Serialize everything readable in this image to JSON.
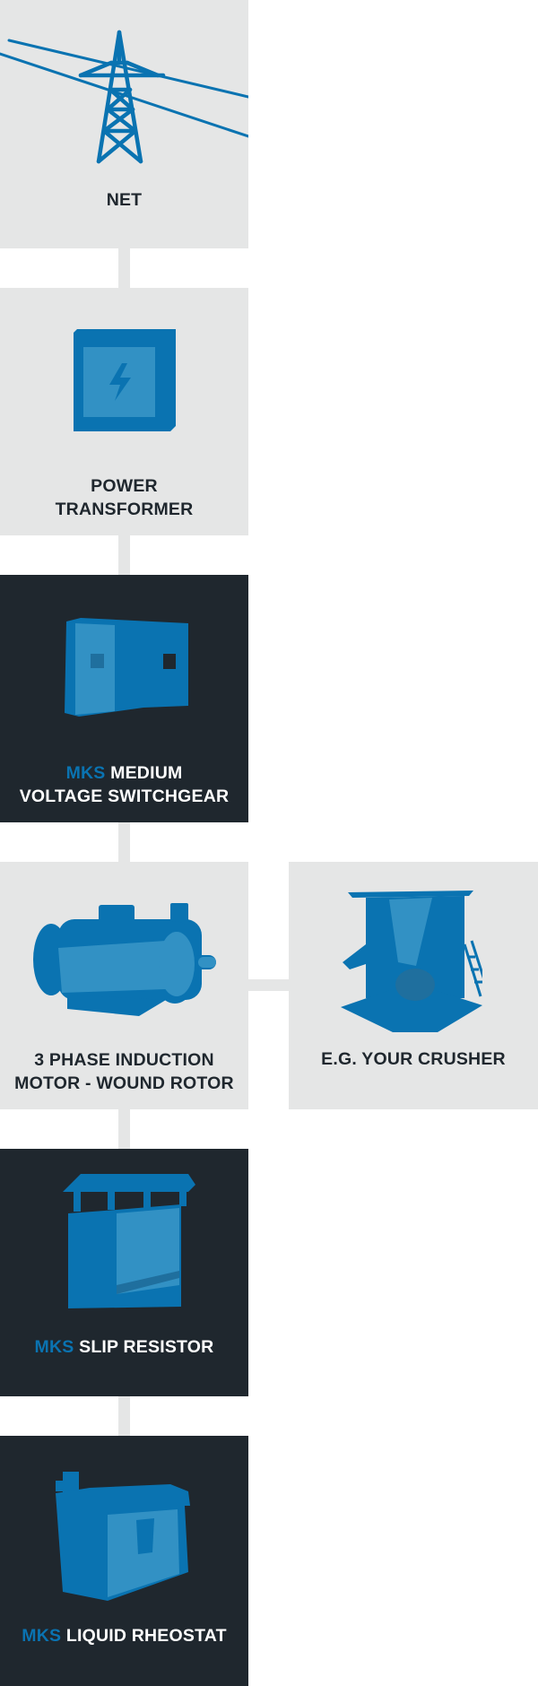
{
  "colors": {
    "accent": "#0a73b1",
    "light_box": "#e5e6e6",
    "dark_box": "#1f272e",
    "dark_text": "#1f272e",
    "light_text": "#ffffff"
  },
  "nodes": {
    "net": {
      "label": "NET",
      "icon": "power-pylon-icon"
    },
    "transformer": {
      "line1": "POWER",
      "line2": "TRANSFORMER",
      "icon": "transformer-icon"
    },
    "switchgear": {
      "brand": "MKS",
      "line1_rest": "MEDIUM",
      "line2": "VOLTAGE SWITCHGEAR",
      "icon": "switchgear-cabinet-icon"
    },
    "motor": {
      "line1": "3 PHASE INDUCTION",
      "line2": "MOTOR - WOUND ROTOR",
      "icon": "electric-motor-icon"
    },
    "crusher": {
      "label": "E.G. YOUR CRUSHER",
      "icon": "crusher-machine-icon"
    },
    "slip_resistor": {
      "brand": "MKS",
      "rest": "SLIP RESISTOR",
      "icon": "slip-resistor-icon"
    },
    "rheostat": {
      "brand": "MKS",
      "rest": "LIQUID RHEOSTAT",
      "icon": "liquid-rheostat-icon"
    }
  }
}
